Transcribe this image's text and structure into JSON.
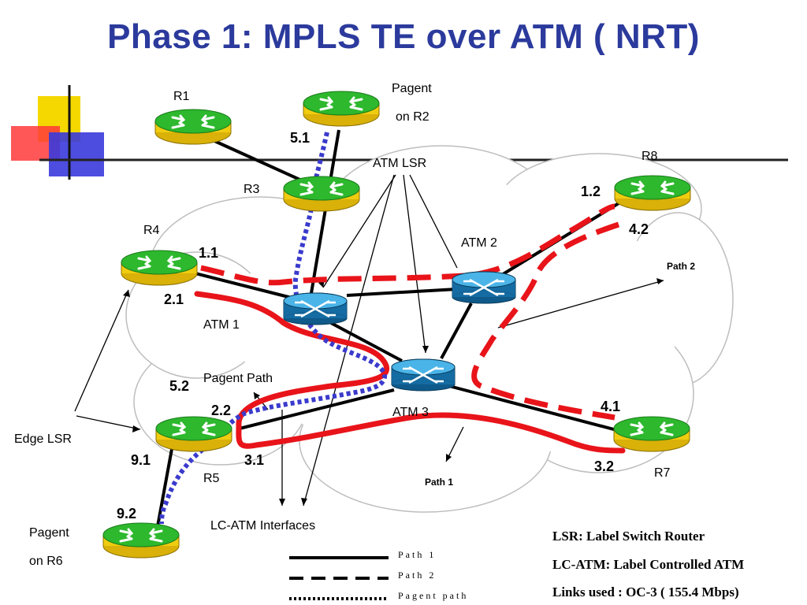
{
  "title": "Phase 1: MPLS TE over ATM ( NRT)",
  "routers": {
    "r1": "R1",
    "r3": "R3",
    "r4": "R4",
    "r5": "R5",
    "r7": "R7",
    "r8": "R8"
  },
  "pagent_r2": [
    "Pagent",
    "on R2"
  ],
  "pagent_r6": [
    "Pagent",
    "on R6"
  ],
  "switches": {
    "atm1": "ATM 1",
    "atm2": "ATM 2",
    "atm3": "ATM 3"
  },
  "ports": {
    "p51": "5.1",
    "p11": "1.1",
    "p21": "2.1",
    "p52": "5.2",
    "p22": "2.2",
    "p91": "9.1",
    "p31": "3.1",
    "p92": "9.2",
    "p12": "1.2",
    "p42": "4.2",
    "p41": "4.1",
    "p32": "3.2"
  },
  "callouts": {
    "atm_lsr": "ATM LSR",
    "edge_lsr": "Edge LSR",
    "pagent_path": "Pagent Path",
    "lc_atm": "LC-ATM Interfaces",
    "path1": "Path 1",
    "path2": "Path 2"
  },
  "legend": {
    "path1": "Path 1",
    "path2": "Path 2",
    "pagent": "Pagent path"
  },
  "notes": [
    "LSR: Label Switch Router",
    "LC-ATM: Label Controlled ATM",
    "Links used : OC-3 ( 155.4 Mbps)"
  ],
  "colors": {
    "title": "#2b3a9c",
    "path_red": "#e8141a",
    "pagent_blue": "#3a3acd",
    "router_green": "#2db82d",
    "router_yellow": "#f0cc10",
    "atm_blue": "#1a78b4"
  }
}
